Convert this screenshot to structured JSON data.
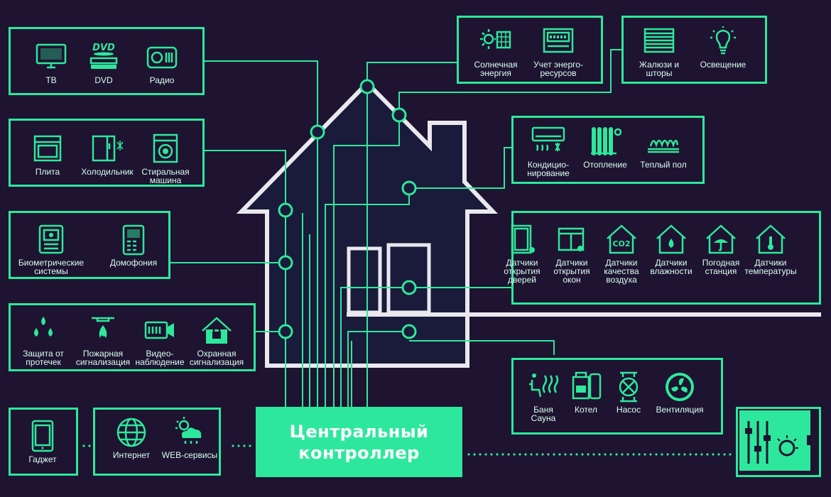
{
  "colors": {
    "background": "#1e1330",
    "accent": "#2de89c",
    "house_outline": "#e8e8ee",
    "house_fill": "#1a1a3a",
    "label": "#d8fff0"
  },
  "controller": {
    "line1": "Центральный",
    "line2": "контроллер"
  },
  "groups": {
    "media": {
      "items": [
        {
          "label": "ТВ",
          "icon": "tv-icon"
        },
        {
          "label": "DVD",
          "icon": "dvd-icon"
        },
        {
          "label": "Радио",
          "icon": "radio-icon"
        }
      ]
    },
    "kitchen": {
      "items": [
        {
          "label": "Плита",
          "icon": "oven-icon"
        },
        {
          "label": "Холодильник",
          "icon": "fridge-icon"
        },
        {
          "label": "Стиральная машина",
          "label_lines": [
            "Стиральная",
            "машина"
          ],
          "icon": "washing-machine-icon"
        }
      ]
    },
    "access": {
      "items": [
        {
          "label": "Биометрические системы",
          "label_lines": [
            "Биометрические",
            "системы"
          ],
          "icon": "biometric-icon"
        },
        {
          "label": "Домофония",
          "icon": "intercom-icon"
        }
      ]
    },
    "security": {
      "items": [
        {
          "label": "Защита от протечек",
          "label_lines": [
            "Защита от",
            "протечек"
          ],
          "icon": "water-drops-icon"
        },
        {
          "label": "Пожарная сигнализация",
          "label_lines": [
            "Пожарная",
            "сигнализация"
          ],
          "icon": "fire-alarm-icon"
        },
        {
          "label": "Видео-наблюдение",
          "label_lines": [
            "Видео-",
            "наблюдение"
          ],
          "icon": "video-camera-icon"
        },
        {
          "label": "Охранная сигнализация",
          "label_lines": [
            "Охранная",
            "сигнализация"
          ],
          "icon": "security-house-icon"
        }
      ]
    },
    "gadget": {
      "items": [
        {
          "label": "Гаджет",
          "icon": "tablet-icon"
        }
      ]
    },
    "network": {
      "items": [
        {
          "label": "Интернет",
          "icon": "globe-icon"
        },
        {
          "label": "WEB-сервисы",
          "icon": "weather-cloud-icon"
        }
      ]
    },
    "energy": {
      "items": [
        {
          "label": "Солнечная энергия",
          "label_lines": [
            "Солнечная",
            "энергия"
          ],
          "icon": "solar-icon"
        },
        {
          "label": "Учет энерго-ресурсов",
          "label_lines": [
            "Учет энерго-",
            "ресурсов"
          ],
          "icon": "meter-icon"
        }
      ]
    },
    "blinds_light": {
      "items": [
        {
          "label": "Жалюзи и шторы",
          "label_lines": [
            "Жалюзи и",
            "шторы"
          ],
          "icon": "blinds-icon"
        },
        {
          "label": "Освещение",
          "icon": "lightbulb-icon"
        }
      ]
    },
    "climate": {
      "items": [
        {
          "label": "Кондицио-нирование",
          "label_lines": [
            "Кондицио-",
            "нирование"
          ],
          "icon": "air-conditioner-icon"
        },
        {
          "label": "Отопление",
          "icon": "radiator-icon"
        },
        {
          "label": "Теплый пол",
          "icon": "heated-floor-icon"
        }
      ]
    },
    "sensors": {
      "items": [
        {
          "label": "Датчики открытия дверей",
          "label_lines": [
            "Датчики",
            "открытия",
            "дверей"
          ],
          "icon": "door-sensor-icon"
        },
        {
          "label": "Датчики открытия окон",
          "label_lines": [
            "Датчики",
            "открытия",
            "окон"
          ],
          "icon": "window-sensor-icon"
        },
        {
          "label": "Датчики качества воздуха",
          "label_lines": [
            "Датчики",
            "качества",
            "воздуха"
          ],
          "icon": "co2-sensor-icon",
          "icon_text": "CO2"
        },
        {
          "label": "Датчики влажности",
          "label_lines": [
            "Датчики",
            "влажности"
          ],
          "icon": "humidity-sensor-icon"
        },
        {
          "label": "Погодная станция",
          "label_lines": [
            "Погодная",
            "станция"
          ],
          "icon": "weather-station-icon"
        },
        {
          "label": "Датчики температуры",
          "label_lines": [
            "Датчики",
            "температуры"
          ],
          "icon": "temperature-sensor-icon"
        }
      ]
    },
    "utilities": {
      "items": [
        {
          "label": "Баня Сауна",
          "label_lines": [
            "Баня",
            "Сауна"
          ],
          "icon": "sauna-icon"
        },
        {
          "label": "Котел",
          "icon": "boiler-icon"
        },
        {
          "label": "Насос",
          "icon": "pump-icon"
        },
        {
          "label": "Вентиляция",
          "icon": "fan-icon"
        }
      ]
    }
  },
  "panel": {
    "icon": "control-panel-icon"
  }
}
